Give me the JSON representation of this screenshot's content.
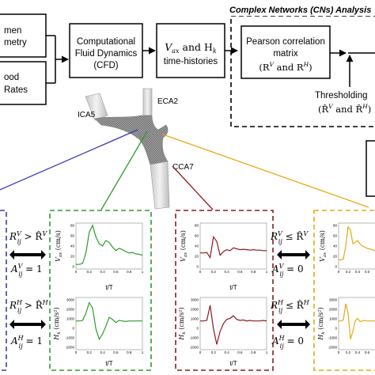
{
  "flow": {
    "input1": [
      "men",
      "metry"
    ],
    "input2": [
      "ood",
      "Rates"
    ],
    "cfd": [
      "Computational",
      "Fluid Dynamics",
      "(CFD)"
    ],
    "timehist": [
      "V",
      "ax",
      " and H",
      "k",
      "time-histories"
    ],
    "pearson": [
      "Pearson correlation",
      "matrix"
    ],
    "pearson_sym": [
      "(R",
      "V",
      " and R",
      "H",
      ")"
    ],
    "cn_title": "Complex Networks (CNs) Analysis",
    "threshold": "Thresholding",
    "threshold_sym": [
      "(R̂",
      "V",
      " and R̂",
      "H",
      ")"
    ]
  },
  "vessel": {
    "labels": [
      "ECA2",
      "ICA5",
      "CCA7"
    ]
  },
  "rules": {
    "green_v": [
      "R",
      "V",
      "ij",
      " > R̂",
      "V"
    ],
    "green_av": [
      "A",
      "V",
      "ij",
      " = 1"
    ],
    "green_h": [
      "R",
      "H",
      "ij",
      " > R̂",
      "H"
    ],
    "green_ah": [
      "A",
      "H",
      "ij",
      " = 1"
    ],
    "red_v": [
      "R",
      "V",
      "ij",
      " ≤ R̂",
      "V"
    ],
    "red_av": [
      "A",
      "V",
      "ij",
      " = 0"
    ],
    "red_h": [
      "R",
      "H",
      "ij",
      " ≤ R̂",
      "H"
    ],
    "red_ah": [
      "A",
      "H",
      "ij",
      " = 0"
    ]
  },
  "plots": {
    "vlabel": [
      "V",
      "ax",
      " (cm/s)"
    ],
    "hlabel": [
      "H",
      "k",
      " (cm/s²)"
    ],
    "xlabel": "t/T",
    "v_yticks": [
      "80",
      "60",
      "40",
      "20",
      "0"
    ],
    "h_yticks": [
      "3000",
      "2000",
      "1000",
      "0",
      "-1000",
      "-2000"
    ],
    "xticks": [
      "0",
      "0.2",
      "0.4",
      "0.6",
      "0.8",
      "1"
    ],
    "colors": {
      "green": "#2e9a2e",
      "red": "#8b1a1a",
      "orange": "#e8a812",
      "blue": "#3a3ab8"
    }
  }
}
